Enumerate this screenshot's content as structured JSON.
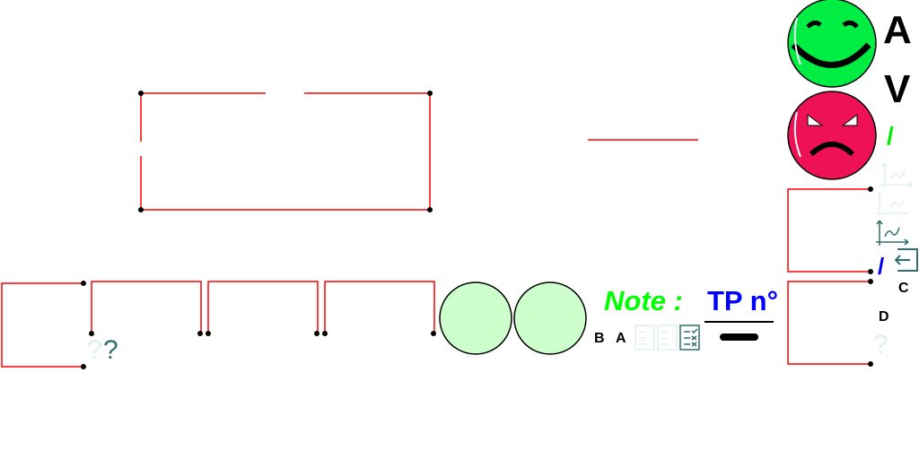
{
  "labels": {
    "A_big": "A",
    "V_big": "V",
    "slash_green": "/",
    "slash_blue": "/",
    "C": "C",
    "D": "D",
    "B": "B",
    "A": "A"
  },
  "note": {
    "label": "Note :",
    "tp": "TP n°"
  },
  "help": {
    "q1": "?",
    "q2": "?",
    "q3": "?"
  },
  "colors": {
    "wire": "#ff0000",
    "happy": "#00ee44",
    "angry": "#ee1155",
    "bulb": "#ccffcc",
    "note": "#00ff00",
    "tp": "#0000ff",
    "teal": "#2f6f6f",
    "faded": "#e0f0f0"
  }
}
